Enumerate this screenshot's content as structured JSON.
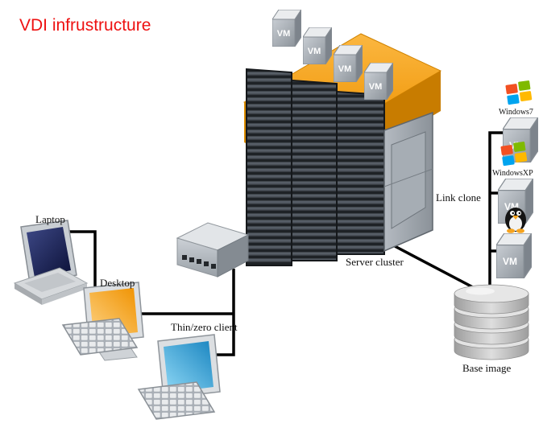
{
  "title": "VDI infrustructure",
  "labels": {
    "laptop": "Laptop",
    "desktop": "Desktop",
    "thin_client": "Thin/zero client",
    "server_cluster": "Server cluster",
    "link_clone": "Link clone",
    "base_image": "Base image",
    "windows7": "Windows7",
    "windowsxp": "WindowsXP",
    "vm": "VM"
  },
  "colors": {
    "title_red": "#ee1111",
    "platform_orange": "#f6a623",
    "platform_orange_dark": "#d78200",
    "rack_dark": "#2b3036",
    "side_panel_gray": "#a8aeb5",
    "vm_cube_front": "#aeb4ba",
    "desktop_screen_orange": "#f6a11c",
    "thin_client_screen_blue": "#2f9fd8",
    "laptop_screen_navy": "#1c2350",
    "connector_line": "#000000",
    "disk_gray": "#d9d9d9",
    "tux_orange": "#f5a31f",
    "windows_logo_red": "#f25022",
    "windows_logo_green": "#7fba00",
    "windows_logo_blue": "#00a4ef",
    "windows_logo_yellow": "#ffb900"
  }
}
